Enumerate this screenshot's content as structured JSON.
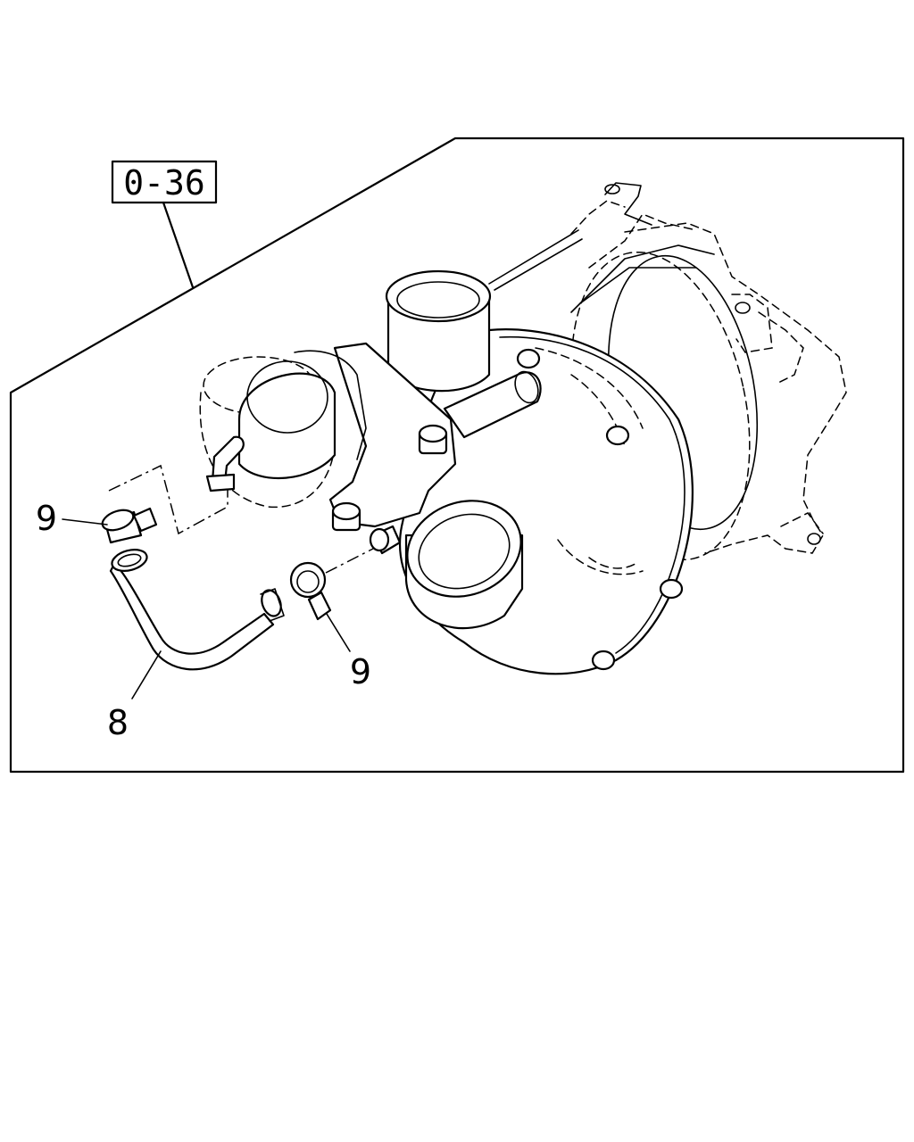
{
  "diagram": {
    "reference_box": "0-36",
    "callouts": [
      {
        "id": "clip-upper",
        "label": "9"
      },
      {
        "id": "clip-lower",
        "label": "9"
      },
      {
        "id": "pipe",
        "label": "8"
      }
    ]
  }
}
